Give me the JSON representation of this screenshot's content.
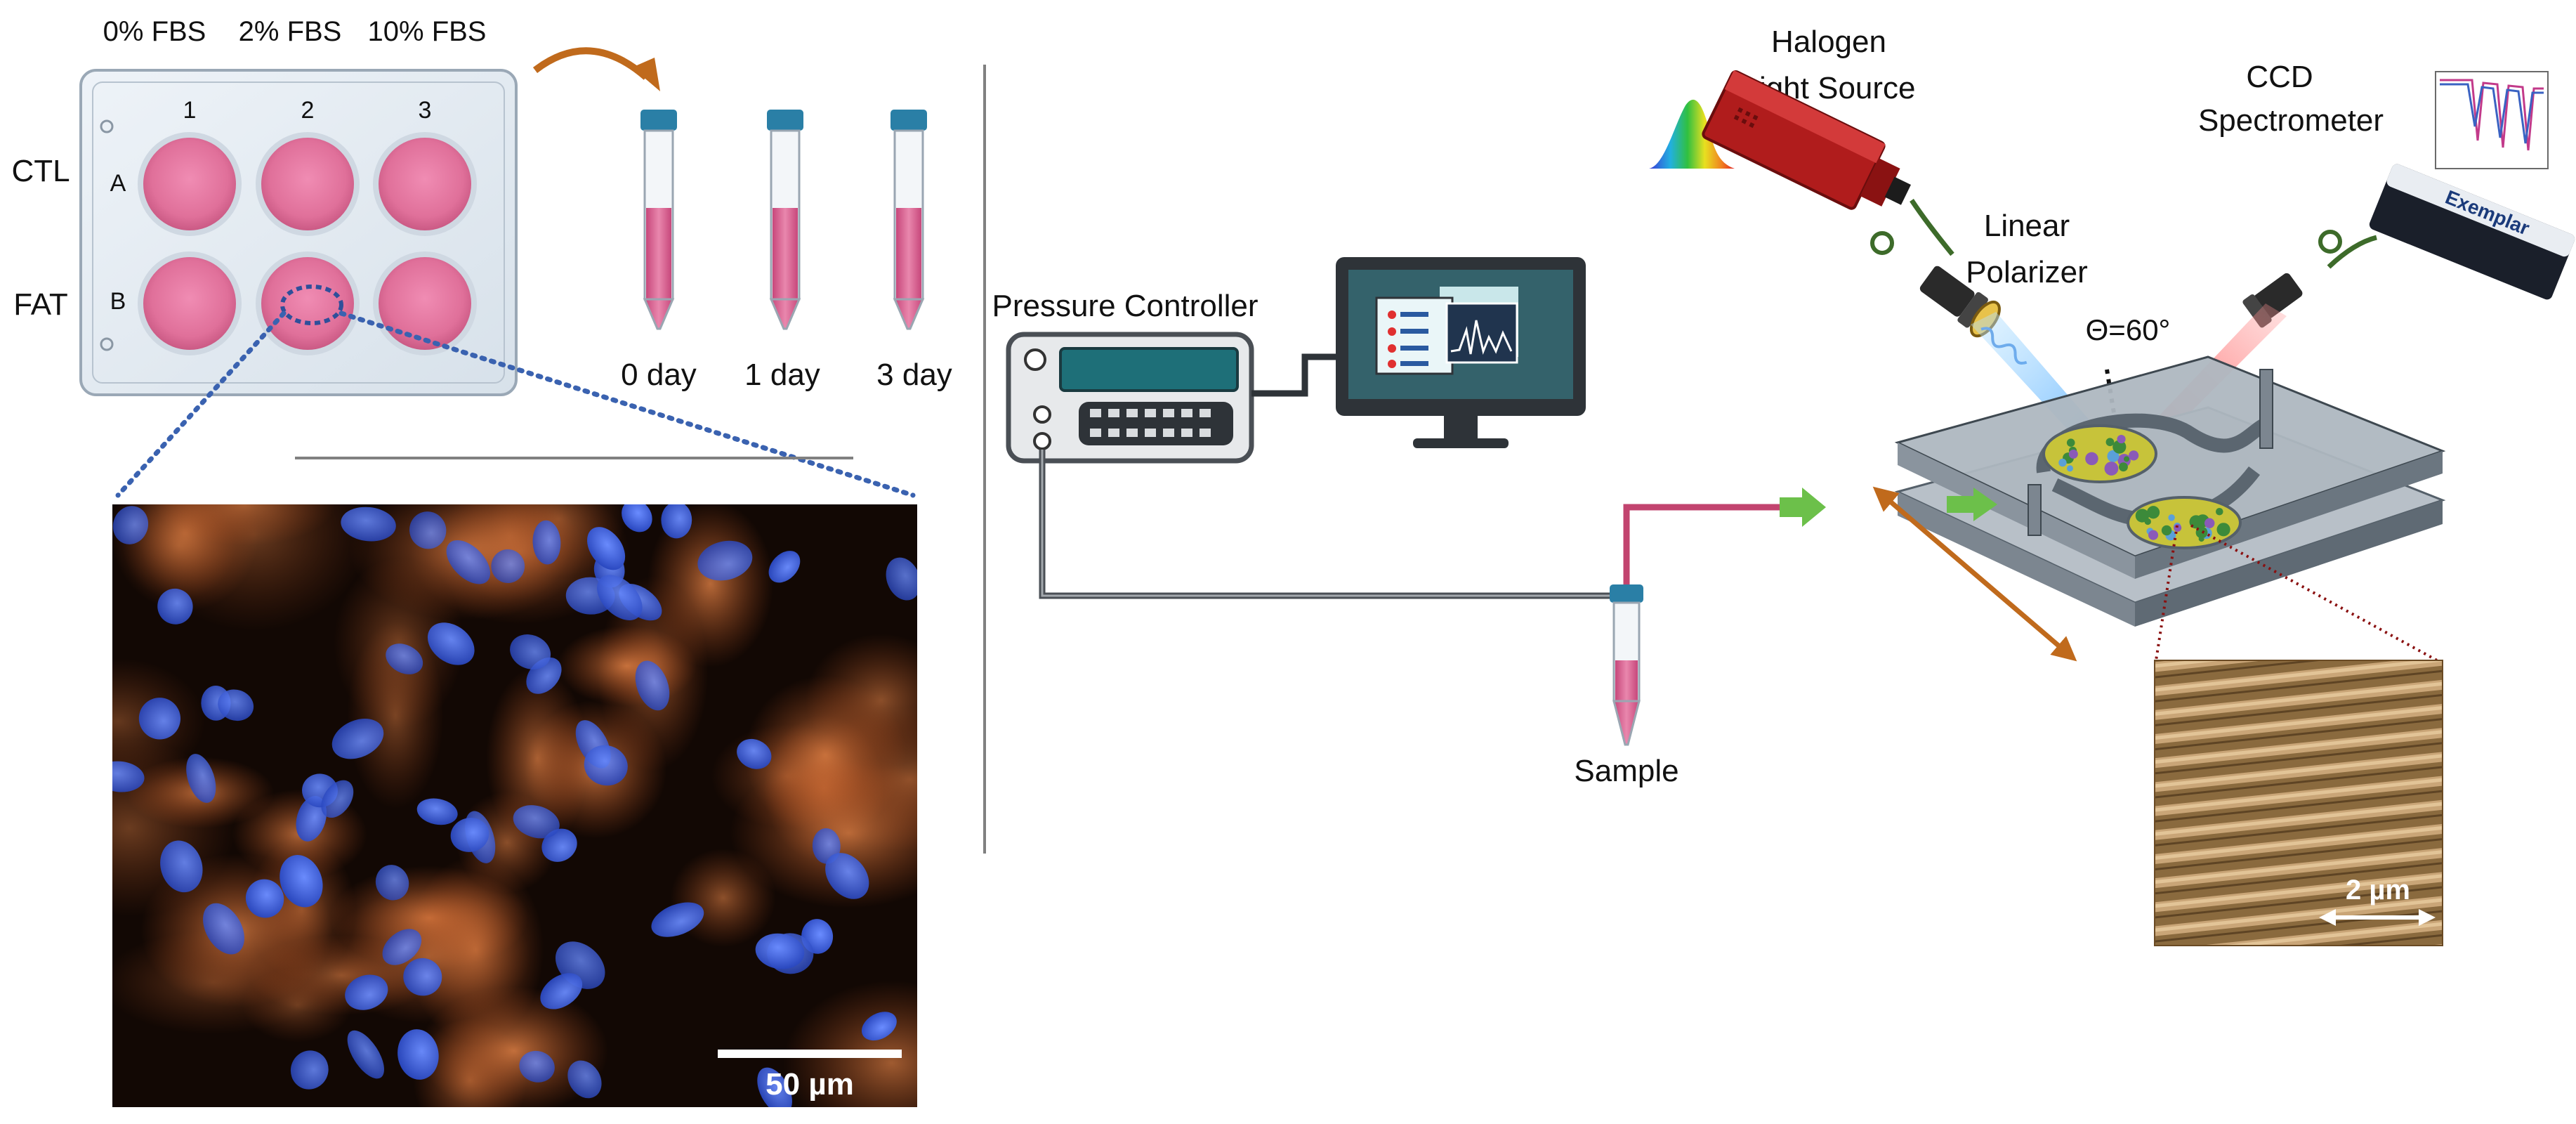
{
  "plate": {
    "conditions": [
      "0% FBS",
      "2% FBS",
      "10% FBS"
    ],
    "columns": [
      "1",
      "2",
      "3"
    ],
    "rows": [
      {
        "group": "CTL",
        "letter": "A"
      },
      {
        "group": "FAT",
        "letter": "B"
      }
    ]
  },
  "tubes": [
    "0 day",
    "1 day",
    "3 day"
  ],
  "micrograph": {
    "scale_bar": "50 µm"
  },
  "setup": {
    "pressure_controller": "Pressure Controller",
    "sample": "Sample",
    "light_source": [
      "Halogen",
      "Light Source"
    ],
    "polarizer": [
      "Linear",
      "Polarizer"
    ],
    "angle": "Θ=60°",
    "spectrometer": [
      "CCD",
      "Spectrometer"
    ],
    "device_brand": "Exemplar",
    "sem_scale_bar": "2 µm"
  },
  "colors": {
    "well_pink": "#e0709a",
    "tube_cap": "#2a7fa6",
    "arrow_green": "#6cc04a",
    "arrow_orange": "#c06a1c",
    "nuclei_blue": "#3a5fd8",
    "cytoplasm_orange": "#d0642a",
    "lamp_red": "#b01c1c",
    "screen_teal": "#34626b"
  }
}
